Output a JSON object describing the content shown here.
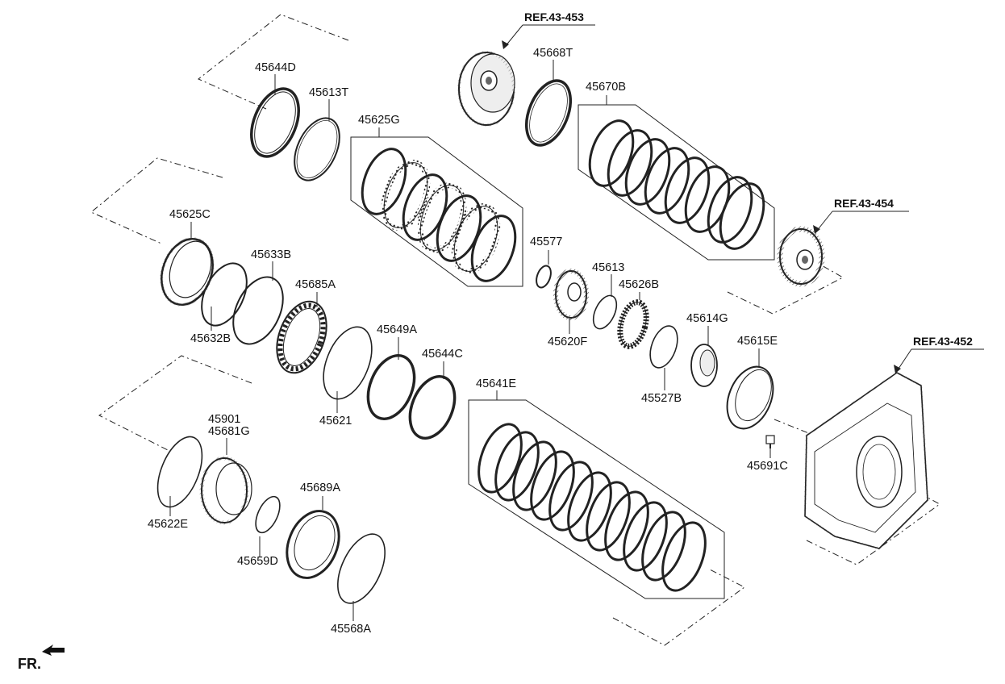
{
  "refs": {
    "r453": "REF.43-453",
    "r454": "REF.43-454",
    "r452": "REF.43-452"
  },
  "parts": {
    "p45644D": "45644D",
    "p45613T": "45613T",
    "p45625G": "45625G",
    "p45668T": "45668T",
    "p45670B": "45670B",
    "p45625C": "45625C",
    "p45633B": "45633B",
    "p45685A": "45685A",
    "p45632B": "45632B",
    "p45577": "45577",
    "p45613": "45613",
    "p45626B": "45626B",
    "p45620F": "45620F",
    "p45614G": "45614G",
    "p45615E": "45615E",
    "p45527B": "45527B",
    "p45649A": "45649A",
    "p45644C": "45644C",
    "p45621": "45621",
    "p45641E": "45641E",
    "p45901": "45901",
    "p45681G": "45681G",
    "p45622E": "45622E",
    "p45689A": "45689A",
    "p45659D": "45659D",
    "p45568A": "45568A",
    "p45691C": "45691C"
  },
  "orientation": {
    "label": "FR.",
    "icon": "front-arrow-icon"
  },
  "colors": {
    "line": "#222222",
    "part_fill": "#ffffff",
    "part_shade": "#d8d8d8"
  }
}
